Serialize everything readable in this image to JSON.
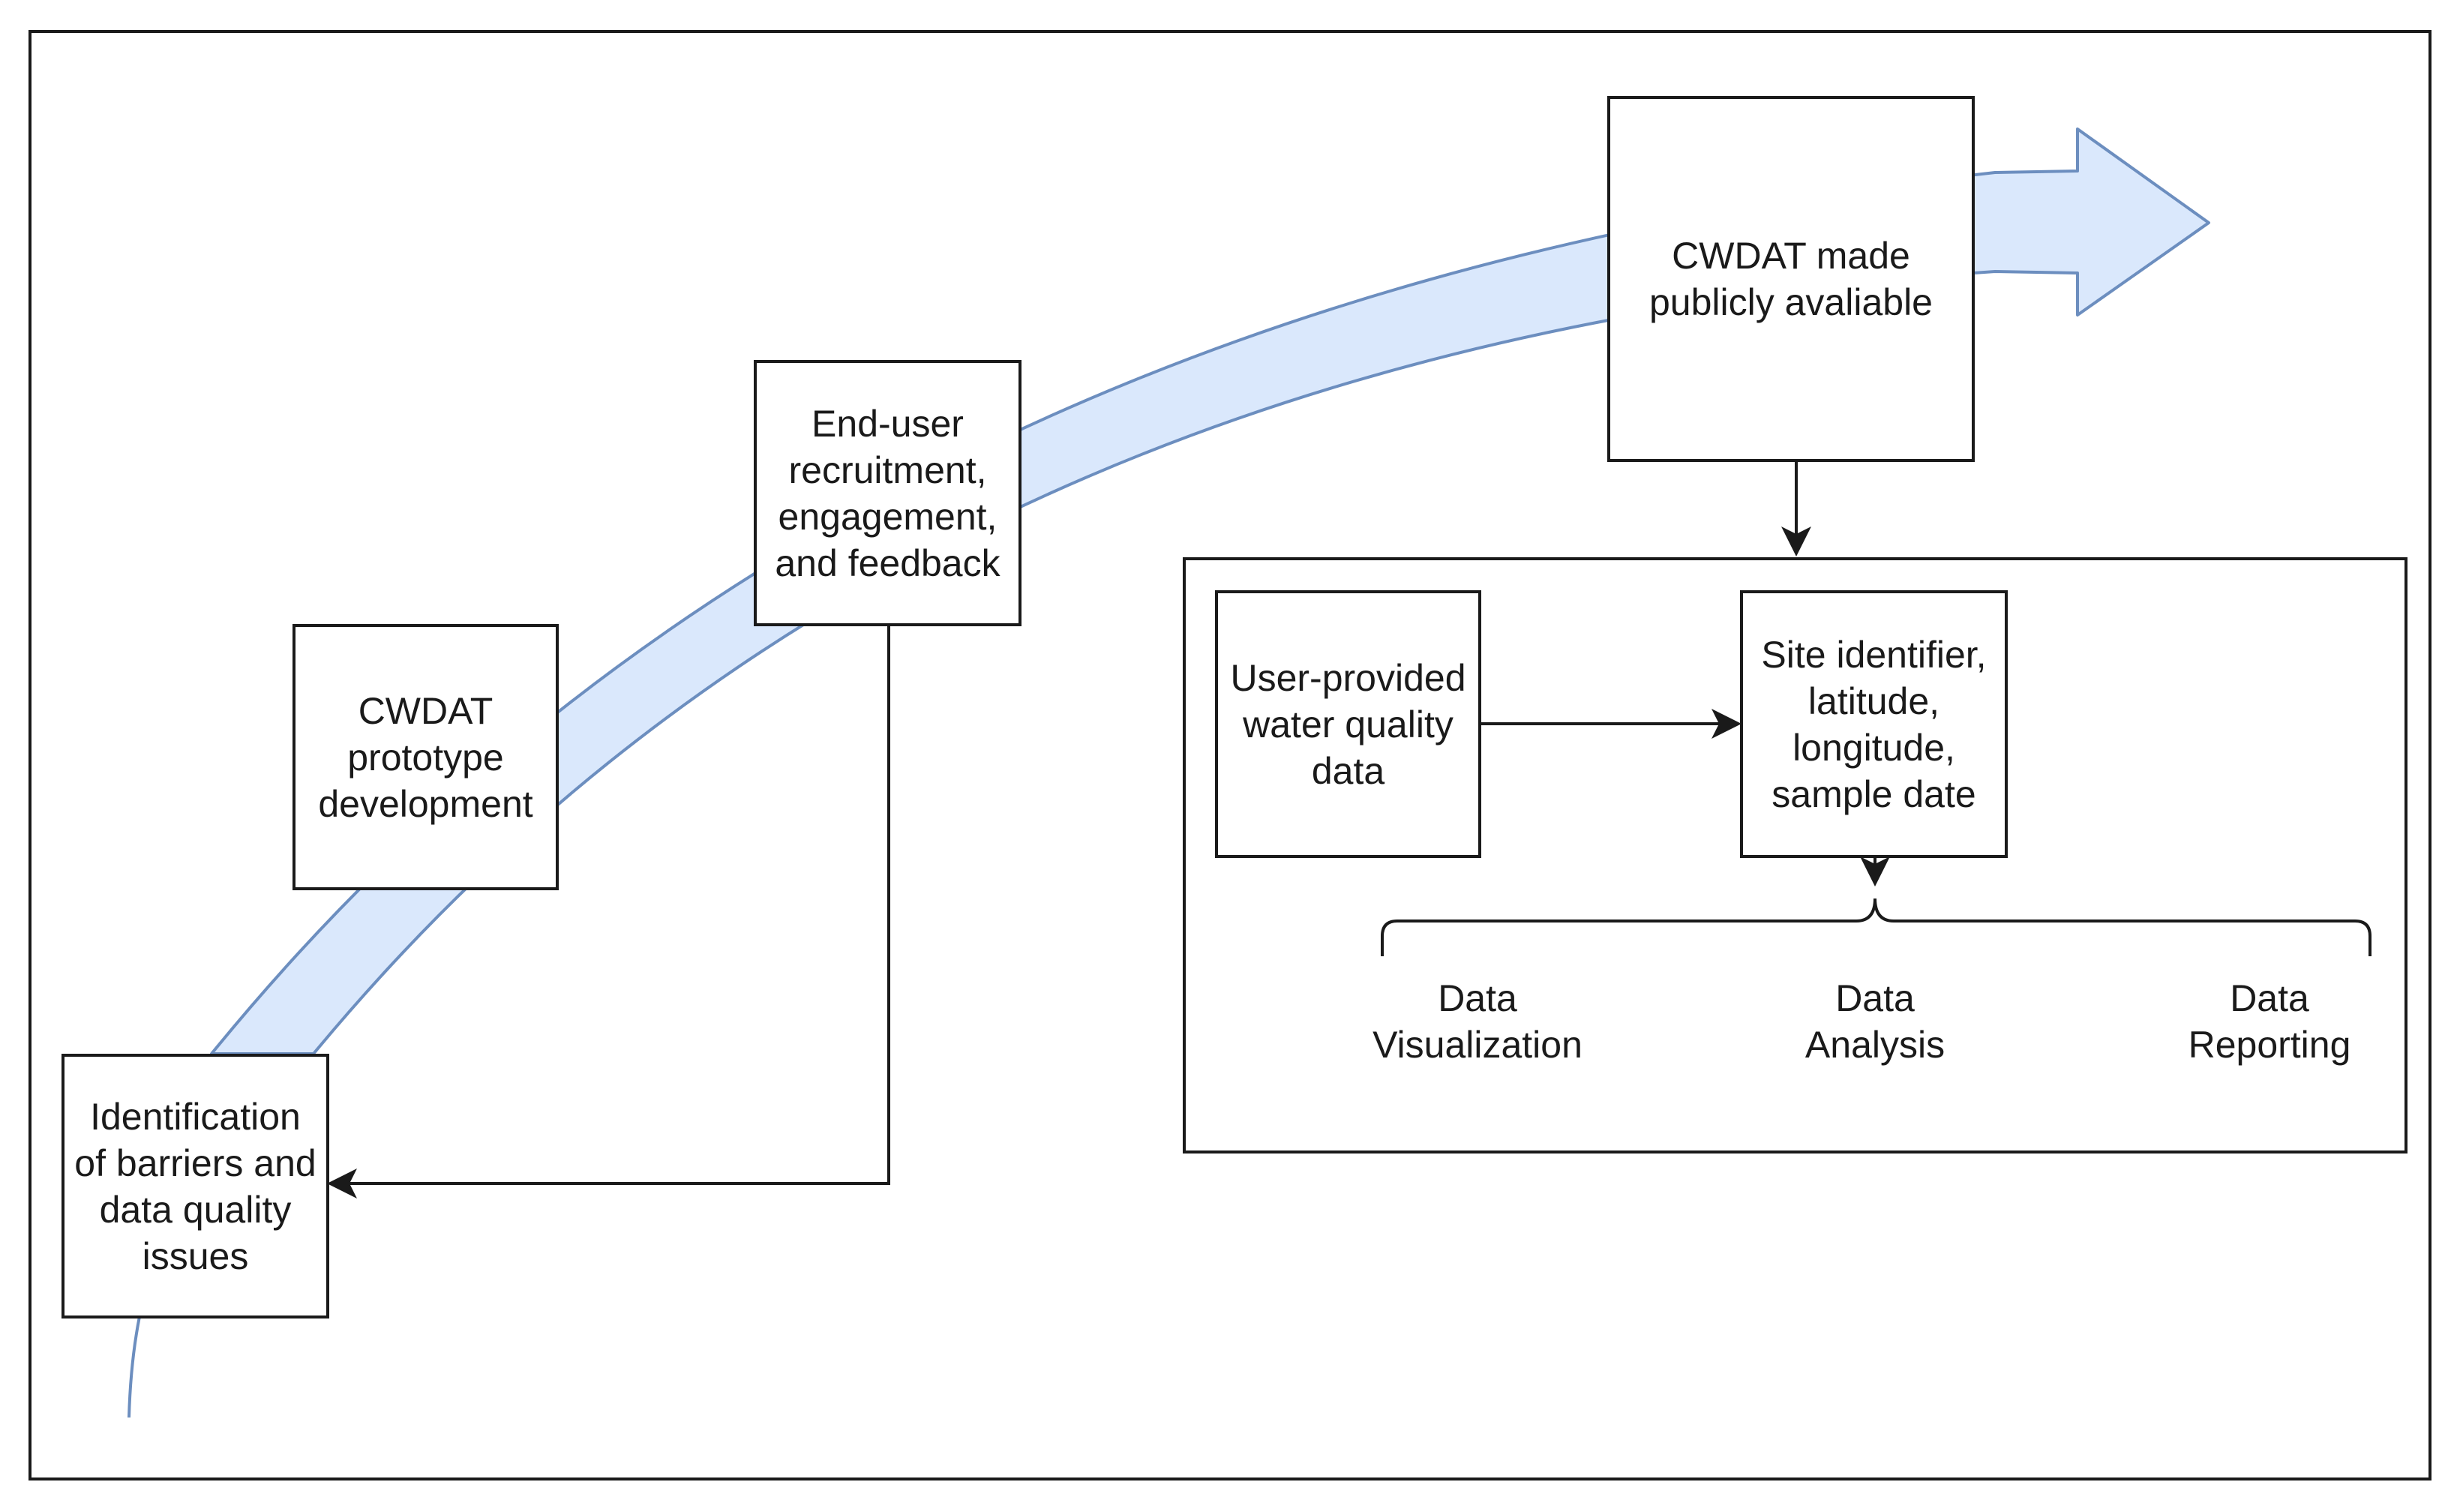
{
  "colors": {
    "arc_fill": "#dae8fc",
    "arc_stroke": "#6c8ebf",
    "box_stroke": "#1a1a1a",
    "background": "#ffffff"
  },
  "stages": {
    "identification": "Identification\nof barriers and\ndata quality\nissues",
    "prototype": "CWDAT\nprototype\ndevelopment",
    "end_user": "End-user\nrecruitment,\nengagement,\nand feedback",
    "public": "CWDAT made\npublicly avaliable"
  },
  "detail": {
    "input": "User-provided\nwater quality\ndata",
    "fields": "Site identifier,\nlatitude,\nlongitude,\nsample date",
    "outputs": [
      "Data\nVisualization",
      "Data\nAnalysis",
      "Data\nReporting"
    ]
  }
}
